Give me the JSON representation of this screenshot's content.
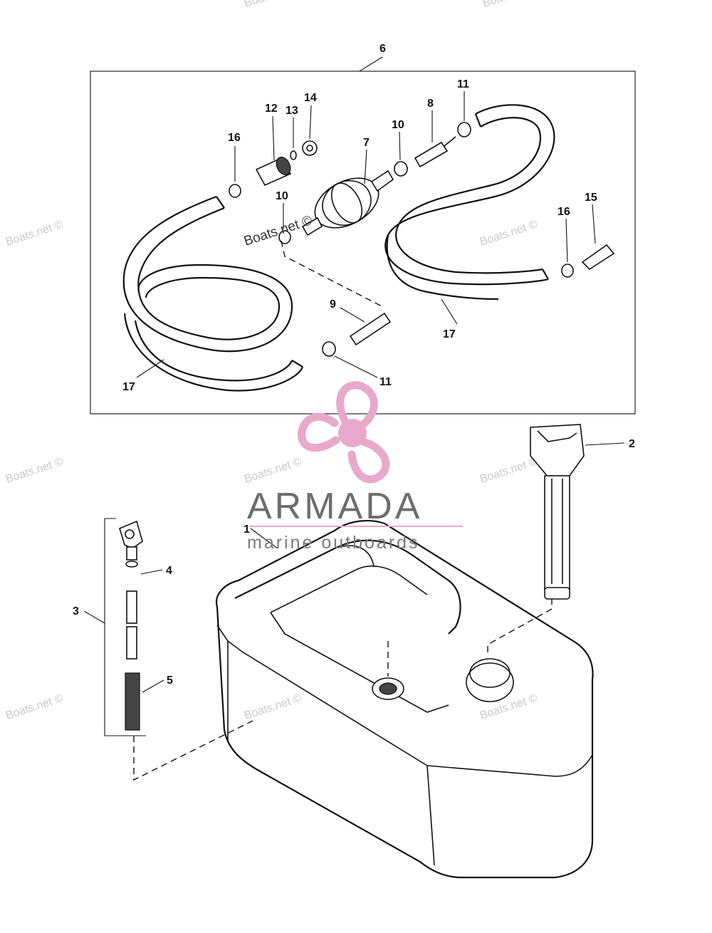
{
  "callouts": {
    "c1": "1",
    "c2": "2",
    "c3": "3",
    "c4": "4",
    "c5": "5",
    "c6": "6",
    "c7": "7",
    "c8": "8",
    "c9": "9",
    "c10a": "10",
    "c10b": "10",
    "c11a": "11",
    "c11b": "11",
    "c12": "12",
    "c13": "13",
    "c14": "14",
    "c15": "15",
    "c16a": "16",
    "c16b": "16",
    "c17a": "17",
    "c17b": "17"
  },
  "watermark": {
    "text": "Boats.net ©"
  },
  "logo": {
    "name": "ARMADA",
    "tagline": "marine outboards",
    "accent_color": "#e8a8cc",
    "text_color": "#6d6d6d"
  }
}
